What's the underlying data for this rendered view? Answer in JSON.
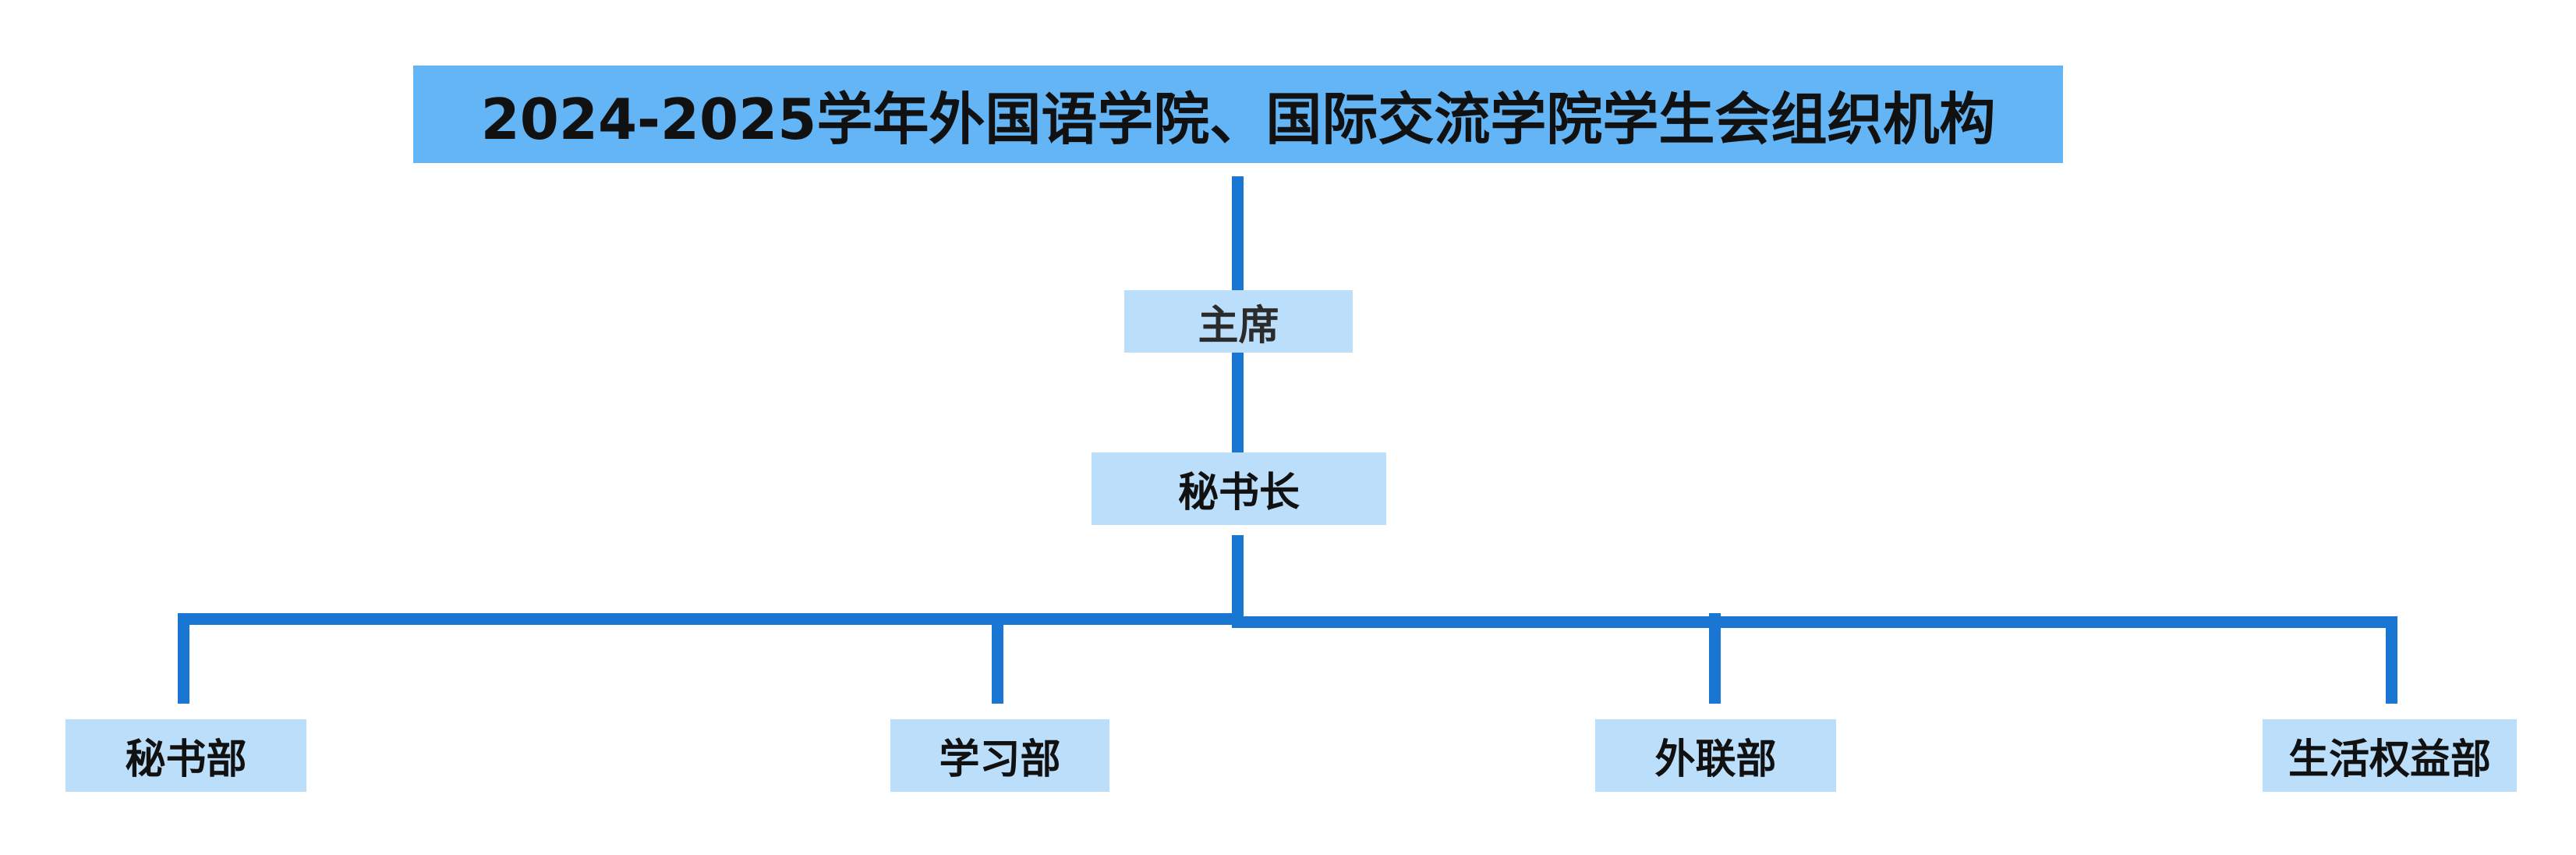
{
  "title": "2024-2025学年外国语学院、国际交流学院学生会组织机构",
  "chairman": "主席",
  "secretary_general": "秘书长",
  "departments": [
    "秘书部",
    "学习部",
    "外联部",
    "生活权益部"
  ],
  "colors": {
    "title_fill": "#64b5f6",
    "node_fill": "#bbdefb",
    "connector": "#1976d2",
    "text": "#111111"
  }
}
